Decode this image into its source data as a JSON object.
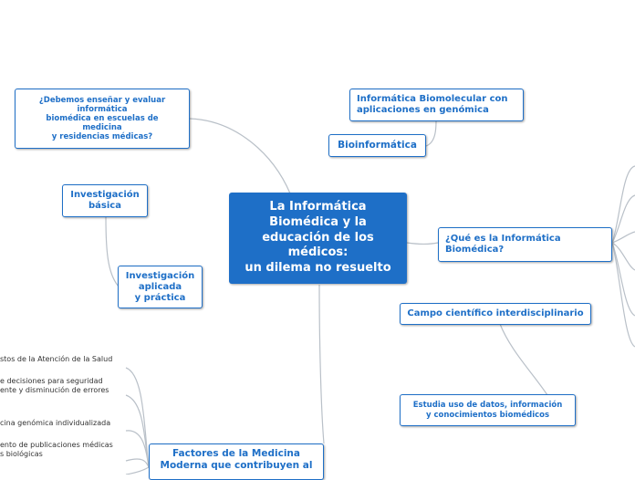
{
  "central": {
    "lines": [
      "La Informática",
      "Biomédica y la",
      "educación de los",
      "médicos:",
      "un dilema no resuelto"
    ]
  },
  "nodes": {
    "debemos": [
      "¿Debemos enseñar y evaluar",
      "informática",
      "biomédica en escuelas de",
      "medicina",
      "y residencias médicas?"
    ],
    "inv_basica": [
      "Investigación",
      "básica"
    ],
    "inv_aplicada": [
      "Investigación",
      "aplicada",
      "y práctica"
    ],
    "info_biomolecular": [
      "Informática Biomolecular con",
      "aplicaciones en genómica"
    ],
    "bioinformatica": [
      "Bioinformática"
    ],
    "que_es": [
      "¿Qué es la Informática",
      "Biomédica?"
    ],
    "campo": [
      "Campo científico interdisciplinario"
    ],
    "estudia": [
      "Estudia uso de datos, información",
      "y conocimientos biomédicos"
    ],
    "factores": [
      "Factores de la Medicina",
      "Moderna que contribuyen al"
    ]
  },
  "factor_items": {
    "costos": [
      "stos de la Atención de la Salud"
    ],
    "decisiones": [
      "e decisiones para seguridad",
      "ente y disminución de errores"
    ],
    "genomica": [
      "cina genómica individualizada"
    ],
    "publicaciones": [
      "ento de publicaciones médicas",
      "s biológicas"
    ]
  },
  "colors": {
    "accent": "#1e6fc7",
    "connector": "#b9c0c8"
  }
}
